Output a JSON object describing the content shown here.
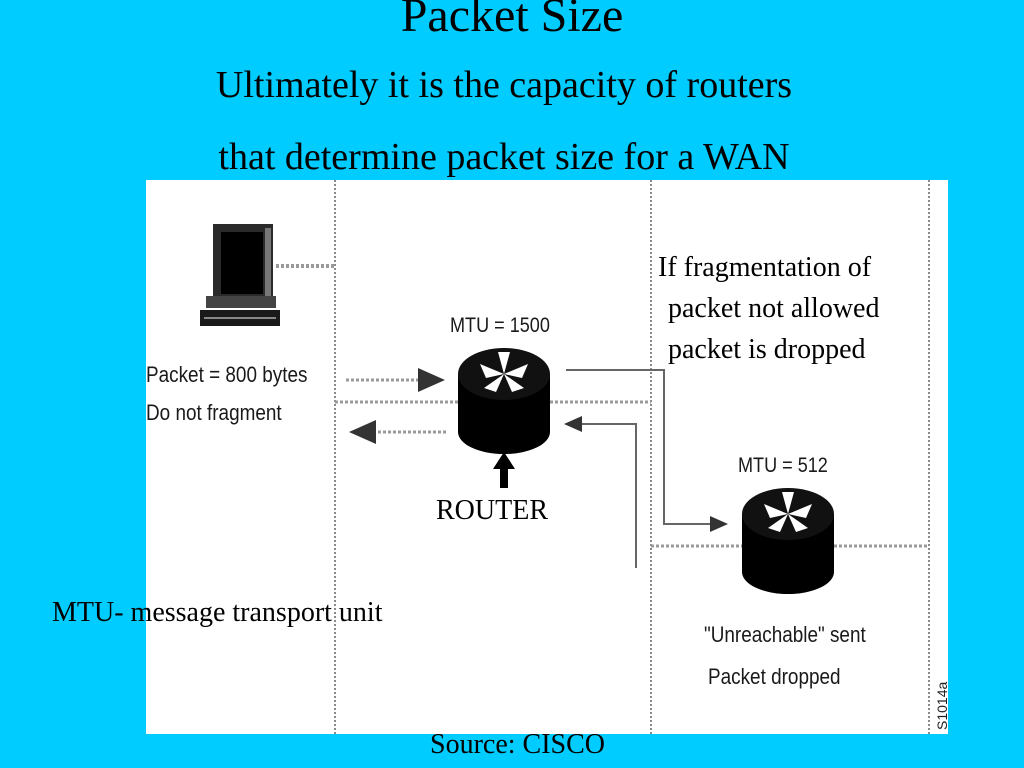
{
  "slide": {
    "title": "Packet Size",
    "subtitle_line1": "Ultimately it is the capacity of routers",
    "subtitle_line2": "that determine packet size for a WAN"
  },
  "diagram": {
    "router1_mtu": "MTU = 1500",
    "router2_mtu": "MTU = 512",
    "packet_line1": "Packet = 800 bytes",
    "packet_line2": "Do not fragment",
    "unreachable_line1": "\"Unreachable\" sent",
    "unreachable_line2": "Packet dropped",
    "figure_code": "S1014a",
    "router_label": "ROUTER",
    "note_line1": "If fragmentation of",
    "note_line2": "packet not allowed",
    "note_line3": "packet is dropped",
    "icons": [
      "computer-icon",
      "router-icon",
      "router-icon",
      "up-arrow-icon"
    ]
  },
  "footer": {
    "definition": "MTU- message transport unit",
    "source": "Source: CISCO"
  }
}
